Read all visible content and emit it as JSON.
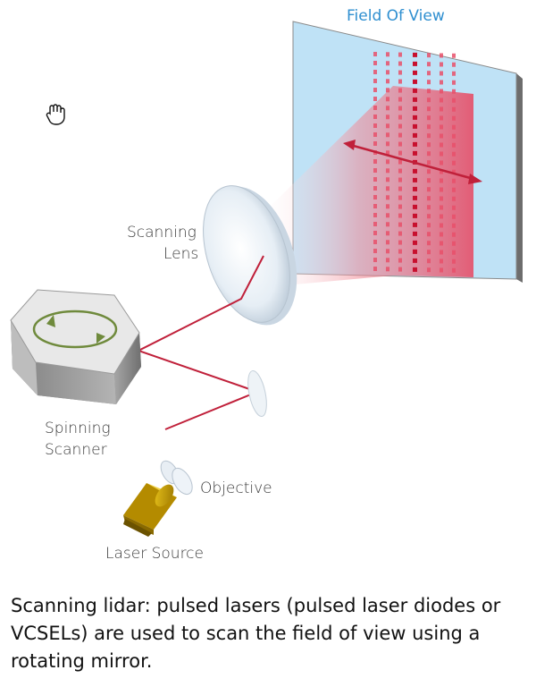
{
  "labels": {
    "field_of_view": "Field Of View",
    "scanning_lens_line1": "Scanning",
    "scanning_lens_line2": "Lens",
    "spinning_scanner_line1": "Spinning",
    "spinning_scanner_line2": "Scanner",
    "objective": "Objective",
    "laser_source": "Laser Source"
  },
  "caption": "Scanning lidar: pulsed lasers (pulsed laser diodes or VCSELs) are used to scan the field of view using a rotating mirror.",
  "icons": {
    "hand_cursor": "hand-cursor-icon"
  },
  "colors": {
    "beam": "#c0203a",
    "screen": "#bfe2f6",
    "screen_edge": "#7a7a7a",
    "dots": "#e23a55",
    "scanner_body": "#9a9a9a",
    "laser_body": "#c8a000",
    "label_blue": "#2f8fd0"
  }
}
